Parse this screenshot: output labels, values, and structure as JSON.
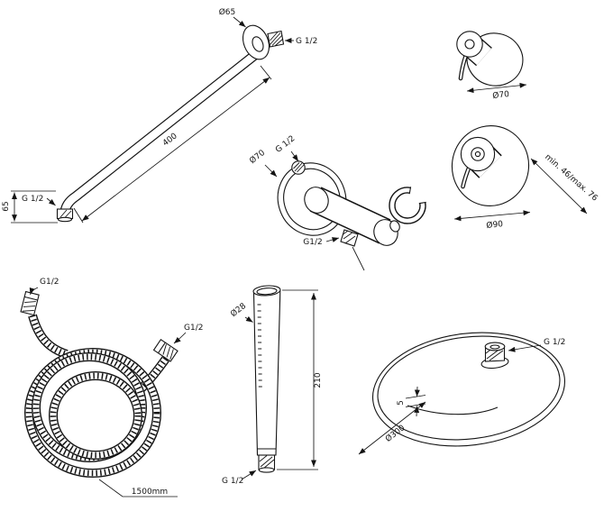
{
  "colors": {
    "line": "#141414",
    "background": "#ffffff"
  },
  "labels": {
    "shower_arm": {
      "flange_diameter": "Ø65",
      "wall_thread": "G 1/2",
      "outlet_thread": "G 1/2",
      "length": "400",
      "drop_height": "65"
    },
    "mixer_valve_small": {
      "diameter": "Ø70"
    },
    "mixer_valve_large": {
      "diameter": "Ø90",
      "depth_range": "min. 46/max. 76"
    },
    "wall_outlet": {
      "inlet_thread": "G 1/2",
      "flange_diameter": "Ø70",
      "outlet_thread": "G1/2"
    },
    "shower_hose": {
      "end_thread_a": "G1/2",
      "end_thread_b": "G1/2",
      "length": "1500mm"
    },
    "hand_shower": {
      "diameter": "Ø28",
      "length": "210",
      "thread": "G 1/2"
    },
    "shower_head": {
      "thread": "G 1/2",
      "diameter": "Ø300",
      "edge_height": "5"
    }
  }
}
